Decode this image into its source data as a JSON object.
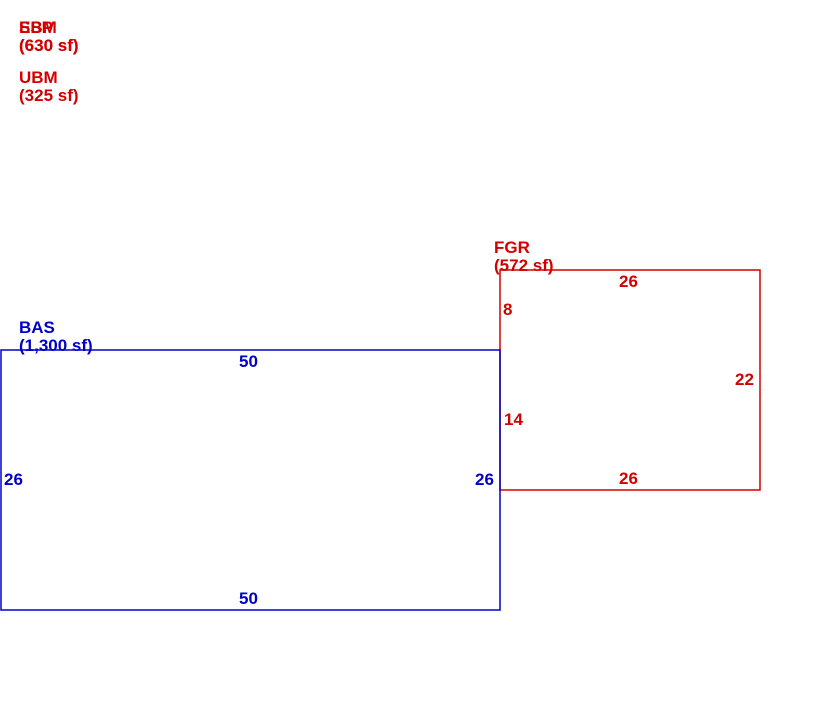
{
  "colors": {
    "red": "#d40000",
    "blue": "#0000c8"
  },
  "legend": {
    "ssp": {
      "code": "SSP",
      "area": "(630 sf)"
    },
    "ebm": {
      "code": "EBM",
      "area": "(630 sf)"
    },
    "ubm": {
      "code": "UBM",
      "area": "(325 sf)"
    }
  },
  "fgr": {
    "code": "FGR",
    "area": "(572 sf)",
    "dims": {
      "top": "26",
      "left_upper": "8",
      "left_lower": "14",
      "right": "22",
      "bottom": "26"
    }
  },
  "bas": {
    "code": "BAS",
    "area": "(1,300 sf)",
    "dims": {
      "top": "50",
      "left": "26",
      "right": "26",
      "bottom": "50"
    }
  }
}
